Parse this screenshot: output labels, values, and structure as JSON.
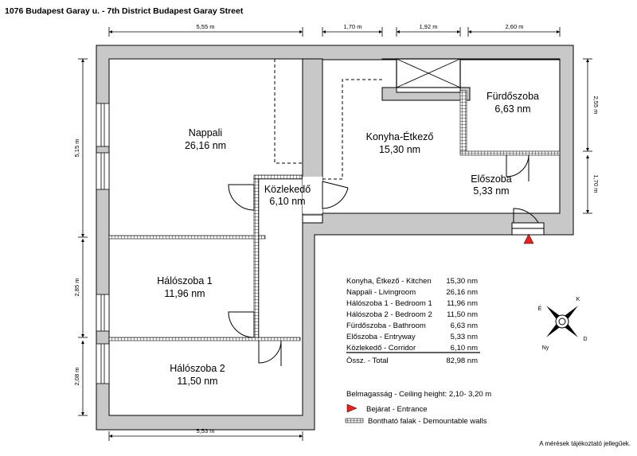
{
  "title": "1076 Budapest Garay u.  -  7th District Budapest Garay Street",
  "disclaimer": "A mérések tájékoztató jellegűek.",
  "rooms": {
    "nappali": {
      "name": "Nappali",
      "area": "26,16 nm"
    },
    "halo1": {
      "name": "Hálószoba 1",
      "area": "11,96 nm"
    },
    "halo2": {
      "name": "Hálószoba 2",
      "area": "11,50 nm"
    },
    "kozlekedo": {
      "name": "Közlekedő",
      "area": "6,10 nm"
    },
    "konyha": {
      "name": "Konyha-Étkező",
      "area": "15,30 nm"
    },
    "furdo": {
      "name": "Fürdőszoba",
      "area": "6,63 nm"
    },
    "eloszoba": {
      "name": "Előszoba",
      "area": "5,33 nm"
    }
  },
  "dimensions": {
    "top_left": "5,55 m",
    "top_1": "1,70 m",
    "top_2": "1,92 m",
    "top_3": "2,60 m",
    "bottom": "5,53 m",
    "left_1": "5,15 m",
    "left_2": "2,85 m",
    "left_3": "2,08 m",
    "right_1": "2,55 m",
    "right_2": "1,70 m"
  },
  "area_table": {
    "rows": [
      {
        "label": "Konyha, Étkező - Kitchen",
        "value": "15,30 nm"
      },
      {
        "label": "Nappali - Livingroom",
        "value": "26,16 nm"
      },
      {
        "label": "Hálószoba 1 - Bedroom 1",
        "value": "11,96 nm"
      },
      {
        "label": "Hálószoba 2 - Bedroom 2",
        "value": "11,50 nm"
      },
      {
        "label": "Fürdőszoba - Bathroom",
        "value": "6,63 nm"
      },
      {
        "label": "Előszoba - Entryway",
        "value": "5,33 nm"
      },
      {
        "label": "Közlekedő - Corridor",
        "value": "6,10 nm"
      }
    ],
    "total": {
      "label": "Össz. - Total",
      "value": "82,98 nm"
    }
  },
  "legend": {
    "ceiling": "Belmagasság - Ceiling height: 2,10- 3,20 m",
    "entrance": "Bejárat - Entrance",
    "walls": "Bontható falak  -  Demountable walls"
  },
  "compass": {
    "n": "K",
    "w": "É",
    "e": "D",
    "s": "Ny"
  },
  "colors": {
    "wall": "#c8c8c8",
    "entrance": "#e8231f",
    "line": "#000000"
  }
}
